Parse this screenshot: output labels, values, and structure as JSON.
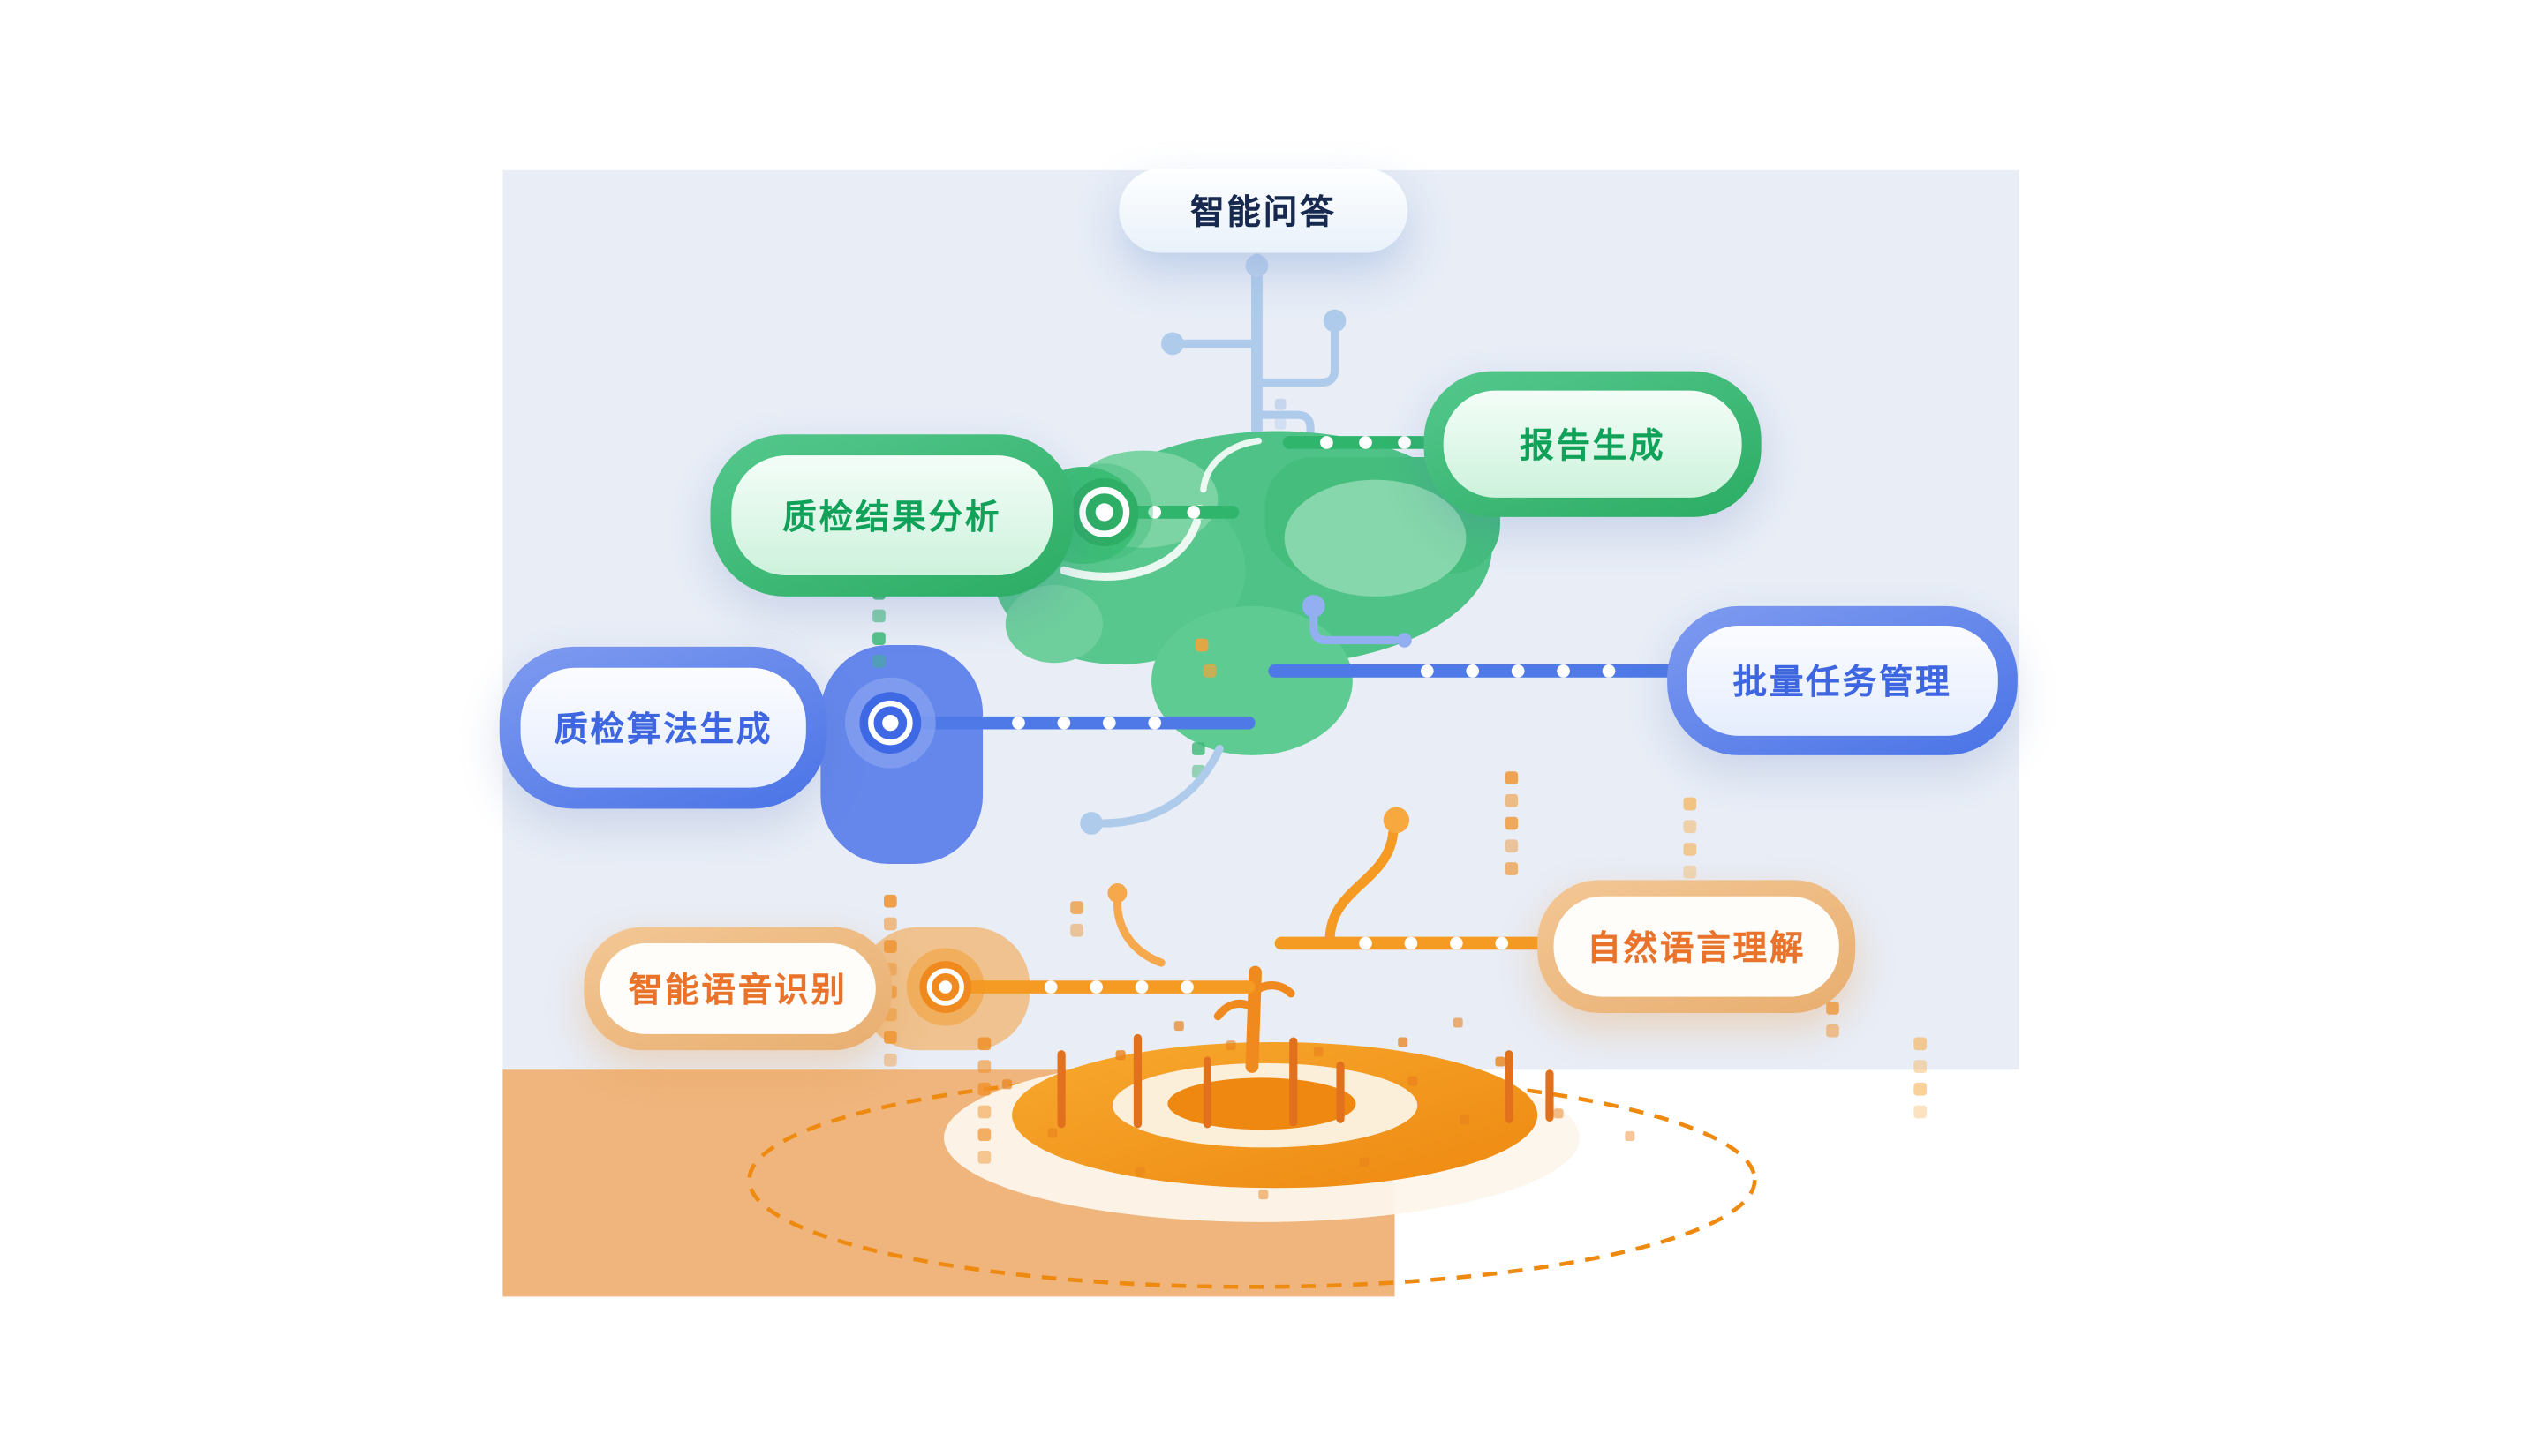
{
  "diagram": {
    "description": "AI capability tree diagram",
    "palette": {
      "background_panel": "#E8EDF6",
      "ground": "#EFB57C",
      "green": "#2FAE65",
      "green_light": "#CDF2DC",
      "blue": "#4A74E6",
      "blue_light": "#E5EDFD",
      "orange": "#F59A23",
      "orange_deep": "#EE8810",
      "tan": "#E9B175",
      "link_light_blue": "#AECBEB",
      "text_green": "#11A25A",
      "text_blue": "#3D66E0",
      "text_orange": "#E9732B",
      "text_dark": "#17294E"
    },
    "nodes": [
      {
        "id": "qa",
        "label": "智能问答",
        "color": "light",
        "position": "top"
      },
      {
        "id": "report-generation",
        "label": "报告生成",
        "color": "green",
        "position": "upper-right"
      },
      {
        "id": "qc-result-analysis",
        "label": "质检结果分析",
        "color": "green",
        "position": "upper-left"
      },
      {
        "id": "batch-task-management",
        "label": "批量任务管理",
        "color": "blue",
        "position": "middle-right"
      },
      {
        "id": "qc-algorithm-generation",
        "label": "质检算法生成",
        "color": "blue",
        "position": "middle-left"
      },
      {
        "id": "nlu",
        "label": "自然语言理解",
        "color": "orange",
        "position": "lower-right"
      },
      {
        "id": "asr",
        "label": "智能语音识别",
        "color": "orange",
        "position": "lower-left"
      }
    ]
  }
}
